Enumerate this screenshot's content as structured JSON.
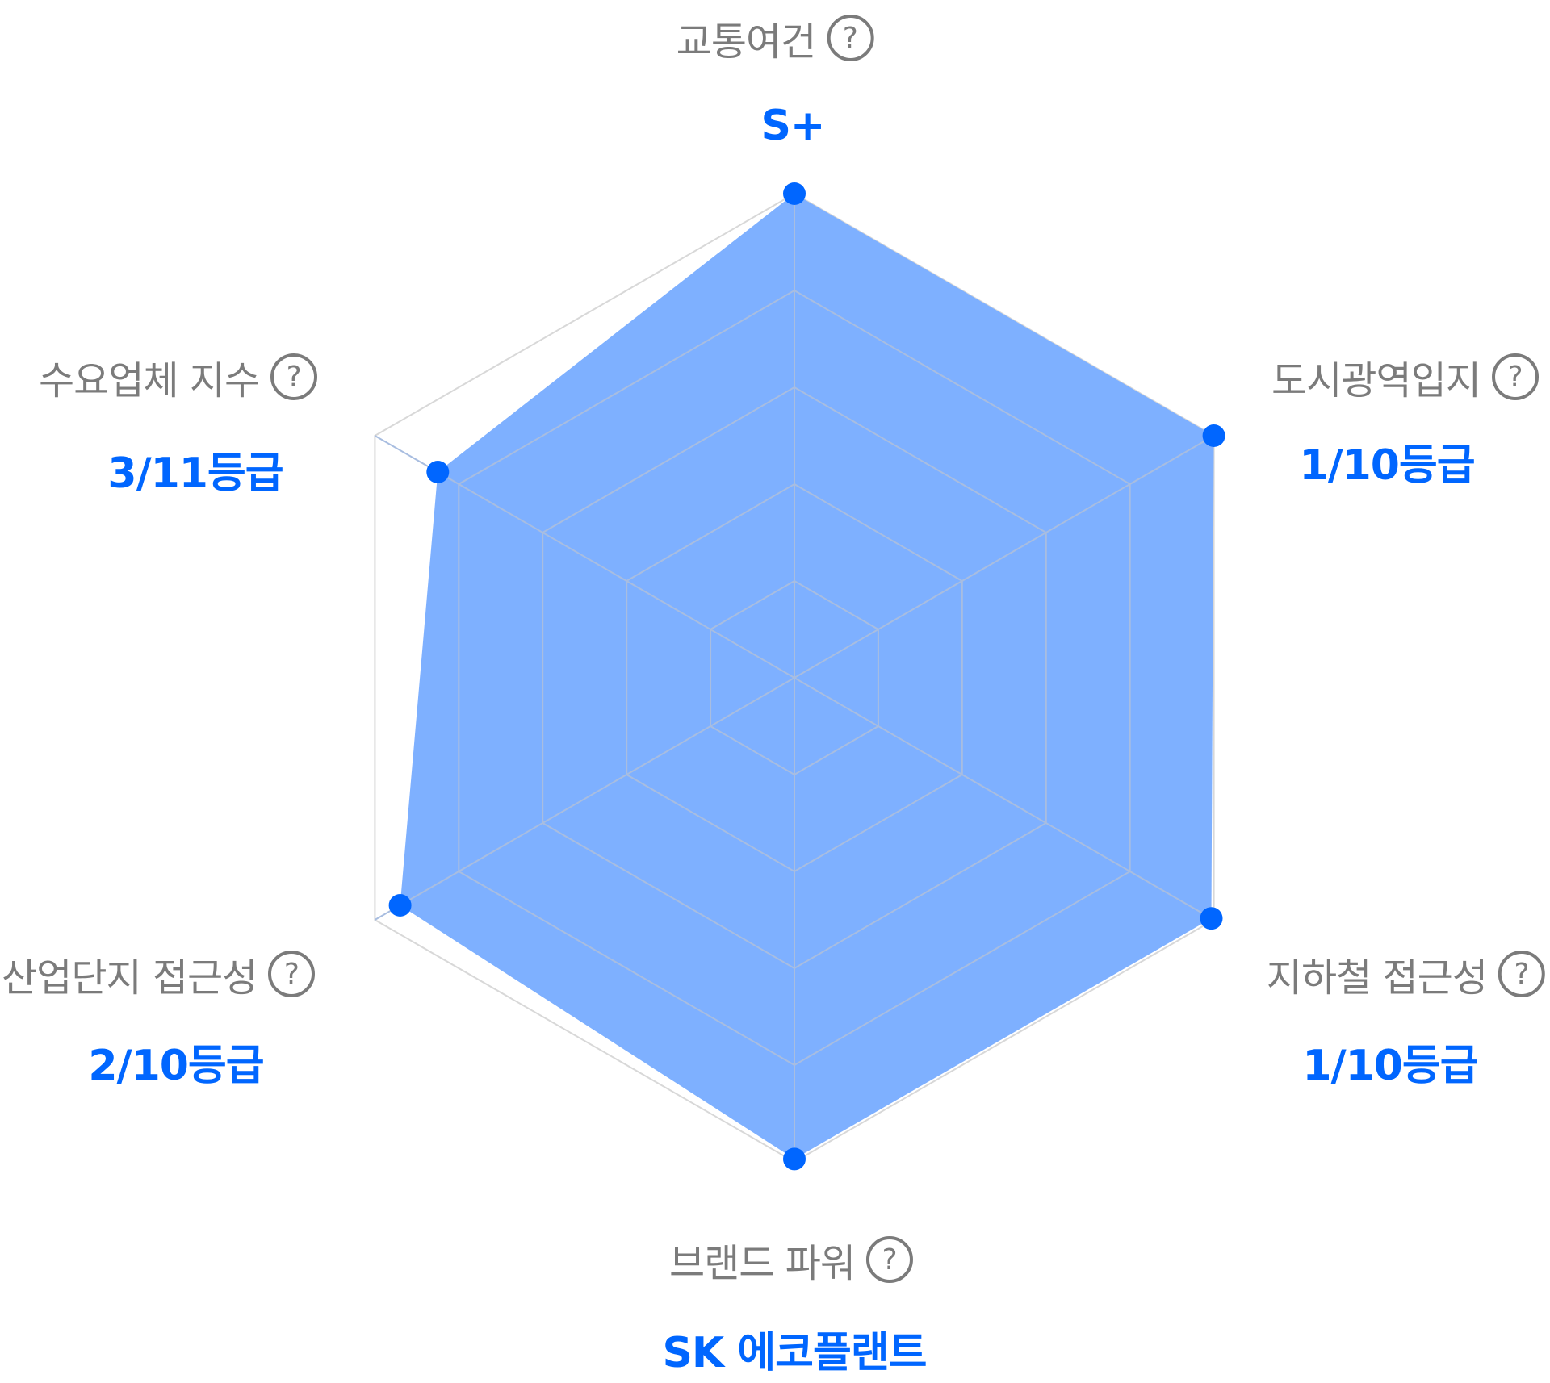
{
  "chart_data": {
    "type": "radar",
    "grid_levels": 5,
    "max": 5,
    "axes": [
      {
        "label": "교통여건",
        "help": "?",
        "grade": "S+",
        "value": 5.0
      },
      {
        "label": "도시광역입지",
        "help": "?",
        "grade": "1/10등급",
        "value": 5.0
      },
      {
        "label": "지하철 접근성",
        "help": "?",
        "grade": "1/10등급",
        "value": 4.97
      },
      {
        "label": "브랜드 파워",
        "help": "?",
        "grade": "SK 에코플랜트",
        "value": 4.97
      },
      {
        "label": "산업단지 접근성",
        "help": "?",
        "grade": "2/10등급",
        "value": 4.7
      },
      {
        "label": "수요업체 지수",
        "help": "?",
        "grade": "3/11등급",
        "value": 4.25
      }
    ]
  },
  "colors": {
    "fill": "#7eb0ff",
    "point": "#0066ff",
    "grid_inner": "#a8bde0",
    "grid_outer": "#d8d8d8",
    "label_text": "#7b7b7b",
    "value_text": "#0066ff"
  }
}
